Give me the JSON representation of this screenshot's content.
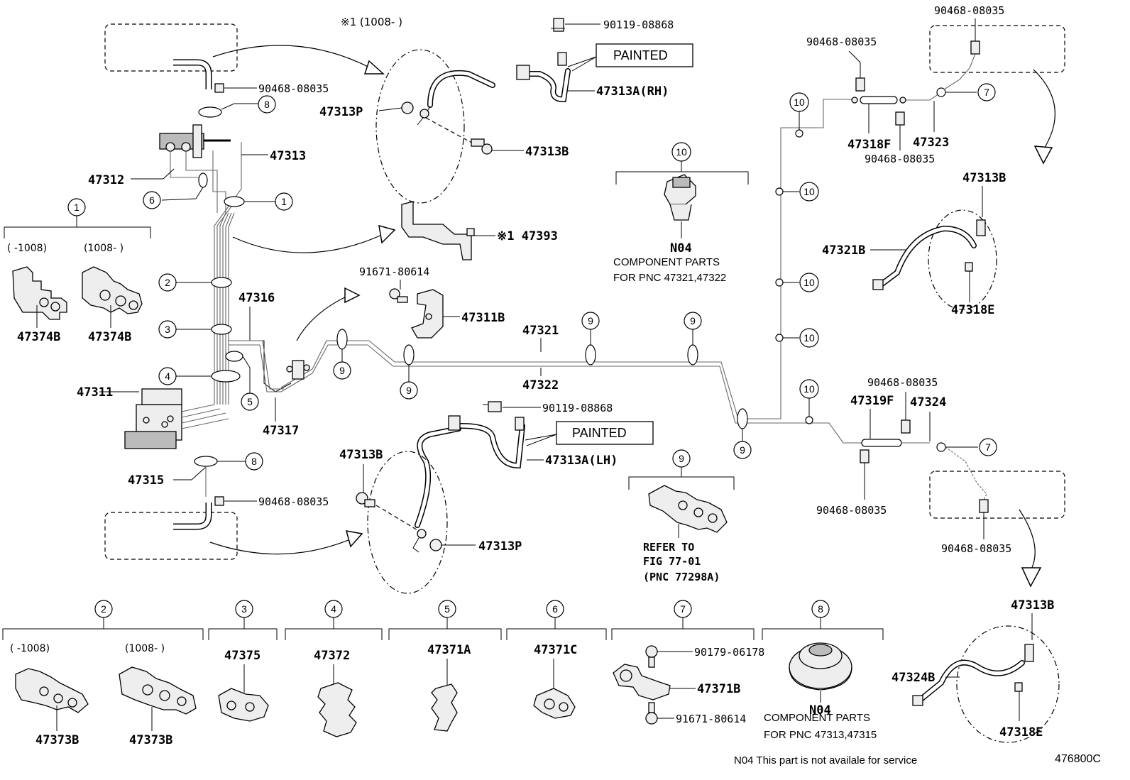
{
  "note_1008": "※1 (1008-    )",
  "labels": {
    "p90119_08868_top": "90119-08868",
    "painted_top": "PAINTED",
    "p47313A_RH": "47313A(RH)",
    "p47313P_top": "47313P",
    "p47313B_top": "47313B",
    "p90468_08035_left_top": "90468-08035",
    "p47313": "47313",
    "p47312": "47312",
    "p47393": "※1 47393",
    "range_a": "(    -1008)",
    "range_b": "(1008-    )",
    "p47374B_a": "47374B",
    "p47374B_b": "47374B",
    "p47316": "47316",
    "p91671_80614_mid": "91671-80614",
    "p47311B": "47311B",
    "p47321": "47321",
    "p47322": "47322",
    "p47311": "47311",
    "p47317": "47317",
    "p90119_08868_low": "90119-08868",
    "painted_low": "PAINTED",
    "p47313A_LH": "47313A(LH)",
    "p47313B_low": "47313B",
    "p47315": "47315",
    "p90468_08035_left_low": "90468-08035",
    "p47313P_low": "47313P",
    "n04_a": "N04",
    "comp_a_1": "COMPONENT PARTS",
    "comp_a_2": "FOR PNC 47321,47322",
    "refer_1": "REFER TO",
    "refer_2": "FIG 77-01",
    "refer_3": "(PNC 77298A)",
    "p90468_08035_r1": "90468-08035",
    "p90468_08035_r2": "90468-08035",
    "p47318F": "47318F",
    "p47323": "47323",
    "p90468_08035_r3": "90468-08035",
    "p47313B_r1": "47313B",
    "p47321B": "47321B",
    "p47318E_r1": "47318E",
    "p90468_08035_r4": "90468-08035",
    "p47319F": "47319F",
    "p47324": "47324",
    "p90468_08035_r5": "90468-08035",
    "p90468_08035_r6": "90468-08035",
    "p47313B_r2": "47313B",
    "p47324B": "47324B",
    "p47318E_r2": "47318E",
    "b2_range_a": "(    -1008)",
    "b2_range_b": "(1008-    )",
    "p47373B_a": "47373B",
    "p47373B_b": "47373B",
    "p47375": "47375",
    "p47372": "47372",
    "p47371A": "47371A",
    "p47371C": "47371C",
    "p90179_06178": "90179-06178",
    "p47371B": "47371B",
    "p91671_80614_low": "91671-80614",
    "n04_b": "N04",
    "comp_b_1": "COMPONENT PARTS",
    "comp_b_2": "FOR PNC 47313,47315",
    "footer_note": "N04  This part is not availale for service",
    "figure_id": "476800C"
  },
  "callouts": {
    "c1": "1",
    "c2": "2",
    "c3": "3",
    "c4": "4",
    "c5": "5",
    "c6": "6",
    "c7": "7",
    "c8": "8",
    "c9": "9",
    "c10": "10"
  }
}
